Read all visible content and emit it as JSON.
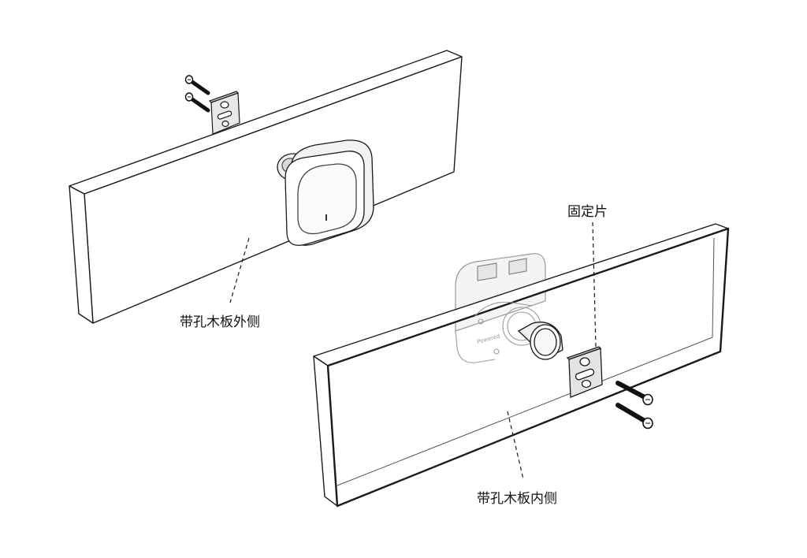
{
  "labels": {
    "outer_side": "带孔木板外侧",
    "inner_side": "带孔木板内侧",
    "fixing_plate": "固定片"
  },
  "device": {
    "back_text": "Powered"
  },
  "colors": {
    "stroke": "#1a1a1a",
    "light_stroke": "#9a9a9a",
    "background": "#ffffff"
  }
}
